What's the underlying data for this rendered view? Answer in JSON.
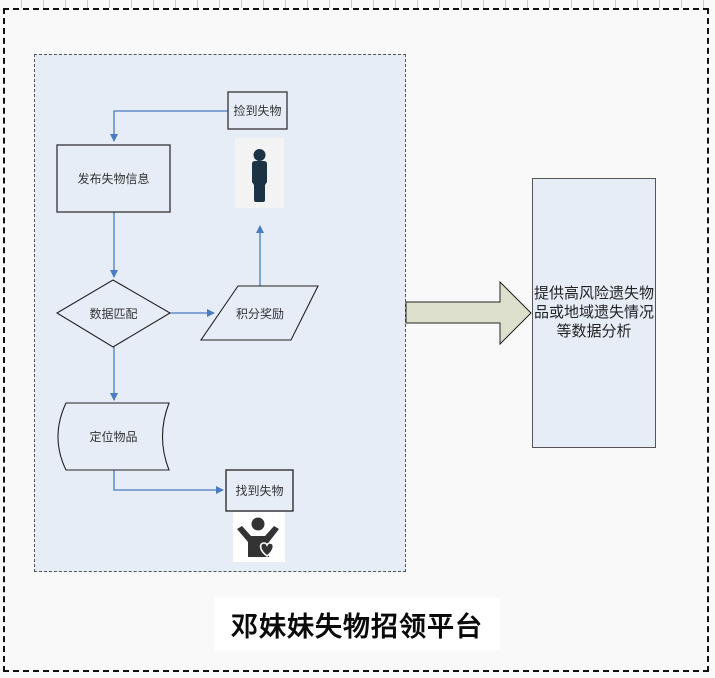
{
  "platform_title": "邓妹妹失物招领平台",
  "flow": {
    "found_item": "捡到失物",
    "publish_info": "发布失物信息",
    "data_match": "数据匹配",
    "points_reward": "积分奖励",
    "locate_item": "定位物品",
    "item_found": "找到失物"
  },
  "analysis": {
    "text": "提供高风险遗失物品或地域遗失情况等数据分析"
  },
  "icons": {
    "finder": "person-icon",
    "owner": "joyful-person-heart-icon",
    "arrow": "block-arrow-right-icon"
  },
  "colors": {
    "panel_fill": "#e6edf7",
    "connector": "#4a7cc0",
    "arrow_fill": "#dde0cc",
    "person_icon": "#1c3344",
    "joy_icon": "#333333"
  }
}
